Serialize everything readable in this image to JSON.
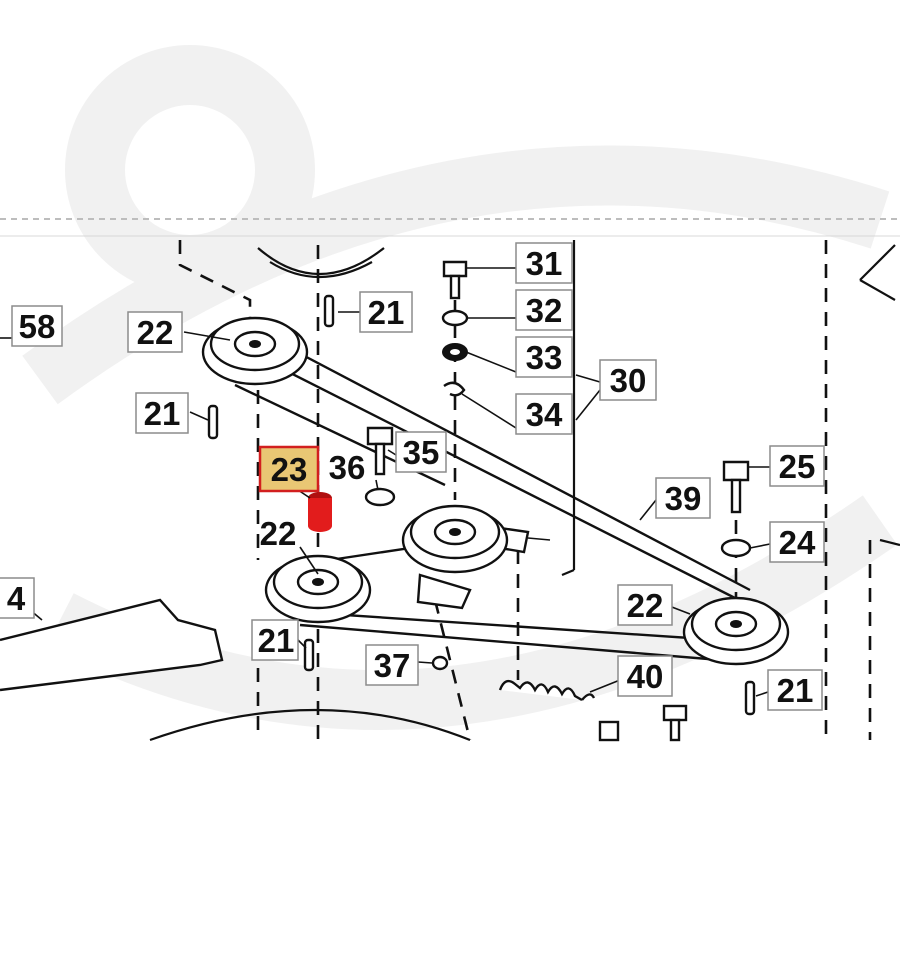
{
  "title": "",
  "labels": {
    "l58": "58",
    "l22a": "22",
    "l21a": "21",
    "l21b": "21",
    "l23": "23",
    "l36": "36",
    "l35": "35",
    "l22b": "22",
    "l4": "4",
    "l21c": "21",
    "l37": "37",
    "l31": "31",
    "l32": "32",
    "l33": "33",
    "l34": "34",
    "l30": "30",
    "l25": "25",
    "l24": "24",
    "l39": "39",
    "l22c": "22",
    "l40": "40",
    "l21d": "21"
  },
  "highlight": {
    "part": "23",
    "label_fill": "#e9c774",
    "label_border": "#d21f1f",
    "part_color": "#e21c1c"
  },
  "colors": {
    "line": "#111111",
    "label_border": "#8c8c8c",
    "watermark": "#f1f1f1"
  }
}
